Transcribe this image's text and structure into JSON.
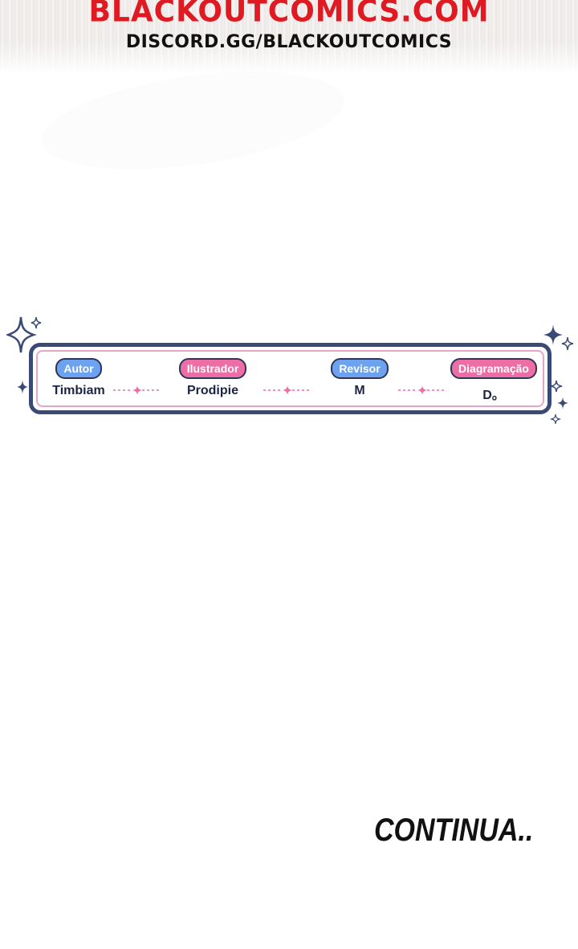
{
  "header": {
    "site_title": "BLACKOUTCOMICS.COM",
    "discord": "DISCORD.GG/BLACKOUTCOMICS"
  },
  "credits": [
    {
      "role": "Autor",
      "name": "Timbiam",
      "color": "#6da2f0"
    },
    {
      "role": "Ilustrador",
      "name": "Prodipie",
      "color": "#ec6ea5"
    },
    {
      "role": "Revisor",
      "name": "M",
      "color": "#6da2f0"
    },
    {
      "role": "Diagramação",
      "name": "D。",
      "color": "#ec6ea5"
    }
  ],
  "footer": {
    "continua": "CONTINUA.."
  },
  "colors": {
    "frame": "#3a4a75",
    "accent_pink": "#ec6ea5",
    "accent_blue": "#6da2f0",
    "title_red": "#e01a22"
  }
}
